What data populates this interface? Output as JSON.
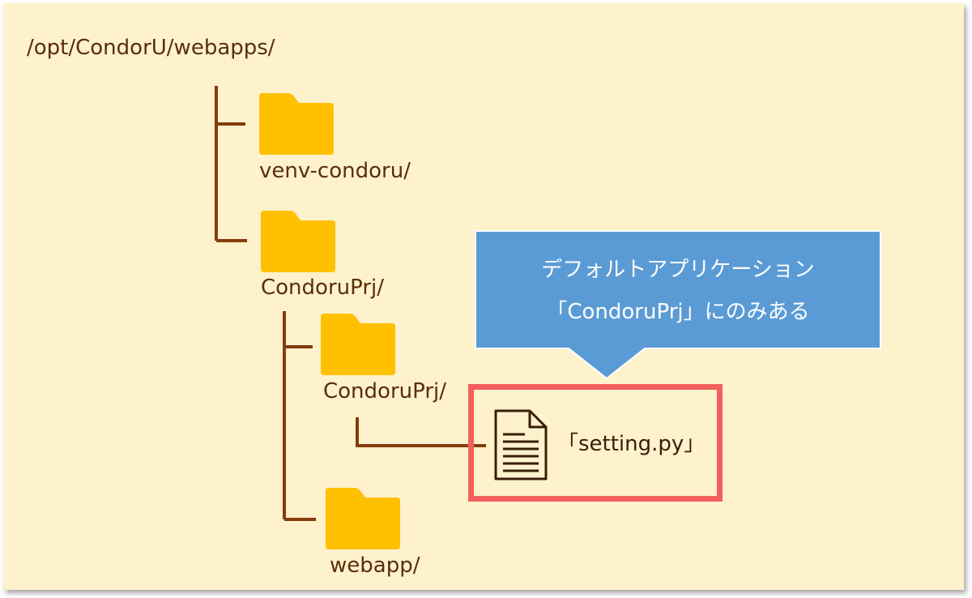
{
  "root_path": "/opt/CondorU/webapps/",
  "folders": {
    "venv": "venv-condoru/",
    "condoru_prj_outer": "CondoruPrj/",
    "condoru_prj_inner": "CondoruPrj/",
    "webapp": "webapp/"
  },
  "file": {
    "name": "「setting.py」",
    "icon": "document-icon"
  },
  "callout": {
    "line1": "デフォルトアプリケーション",
    "line2": "「CondoruPrj」にのみある"
  },
  "colors": {
    "background": "#fef2cc",
    "folder": "#ffc000",
    "line": "#843c0c",
    "callout": "#5b9bd5",
    "highlight": "#f25f5c",
    "text": "#5a2e0c"
  }
}
